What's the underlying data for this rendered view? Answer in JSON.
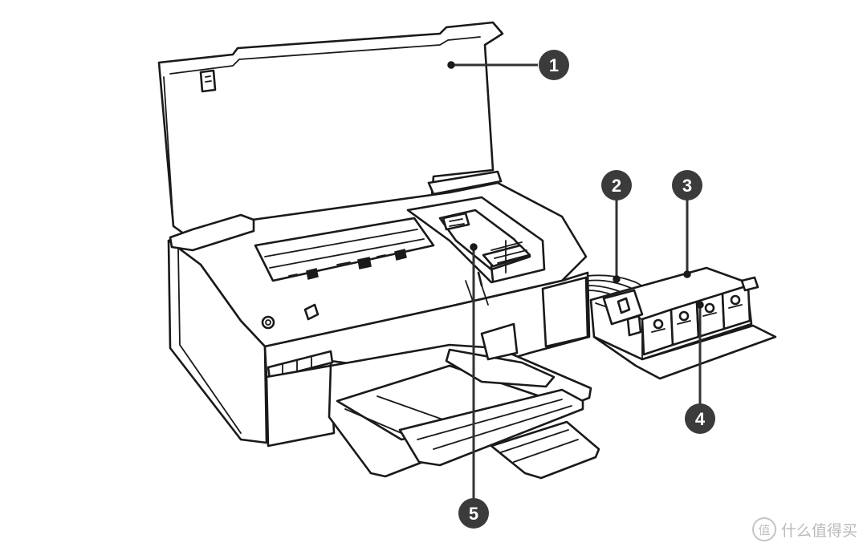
{
  "callouts": [
    {
      "label": "1",
      "part": "printer cover"
    },
    {
      "label": "2",
      "part": "ink supply tube"
    },
    {
      "label": "3",
      "part": "ink tank unit"
    },
    {
      "label": "4",
      "part": "ink tanks"
    },
    {
      "label": "5",
      "part": "print head"
    }
  ],
  "colors": {
    "line": "#1a1a1a",
    "callout_fill": "#3b3b3b",
    "callout_text": "#ffffff",
    "watermark": "#b9b9b9"
  },
  "watermark": {
    "logo_glyph": "值",
    "text": "什么值得买"
  }
}
